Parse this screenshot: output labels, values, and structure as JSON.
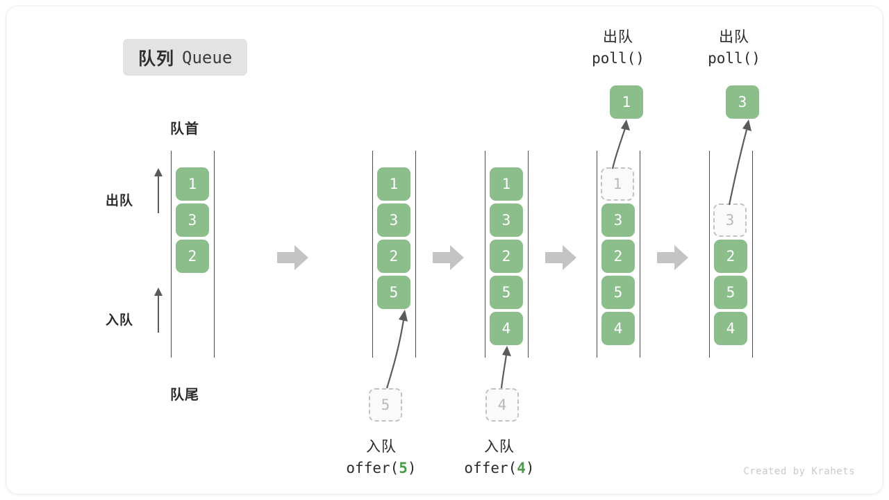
{
  "title": {
    "cn": "队列",
    "en": "Queue"
  },
  "labels": {
    "front": "队首",
    "rear": "队尾",
    "dequeue": "出队",
    "enqueue": "入队"
  },
  "credit": "Created by Krahets",
  "colors": {
    "item_fill": "#8cbe8c",
    "item_text": "#ffffff",
    "ghost_border": "#c2c2c2",
    "ghost_text": "#b9b9b9",
    "rail": "#4a4a4a",
    "step_arrow": "#c4c4c4",
    "badge_bg": "#e3e3e3",
    "accent_green": "#4a9a4a",
    "text": "#2b2b2b"
  },
  "operations": [
    {
      "id": "offer5",
      "cn": "入队",
      "code_prefix": "offer(",
      "code_value": "5",
      "code_suffix": ")",
      "position": "bottom"
    },
    {
      "id": "offer4",
      "cn": "入队",
      "code_prefix": "offer(",
      "code_value": "4",
      "code_suffix": ")",
      "position": "bottom"
    },
    {
      "id": "poll1",
      "cn": "出队",
      "code_prefix": "poll(",
      "code_value": "",
      "code_suffix": ")",
      "position": "top"
    },
    {
      "id": "poll2",
      "cn": "出队",
      "code_prefix": "poll(",
      "code_value": "",
      "code_suffix": ")",
      "position": "top"
    }
  ],
  "columns": [
    {
      "id": "state-0",
      "items": [
        "1",
        "3",
        "2"
      ],
      "ghost_slots": [],
      "floating": null,
      "caption": null
    },
    {
      "id": "state-1",
      "items": [
        "1",
        "3",
        "2",
        "5"
      ],
      "ghost_slots": [],
      "floating": {
        "value": "5",
        "kind": "ghost",
        "where": "below"
      },
      "caption": "offer5"
    },
    {
      "id": "state-2",
      "items": [
        "1",
        "3",
        "2",
        "5",
        "4"
      ],
      "ghost_slots": [],
      "floating": {
        "value": "4",
        "kind": "ghost",
        "where": "below"
      },
      "caption": "offer4"
    },
    {
      "id": "state-3",
      "items": [
        "3",
        "2",
        "5",
        "4"
      ],
      "ghost_slots": [
        {
          "value": "1",
          "slot": 0
        }
      ],
      "floating": {
        "value": "1",
        "kind": "filled",
        "where": "above"
      },
      "caption": "poll1"
    },
    {
      "id": "state-4",
      "items": [
        "2",
        "5",
        "4"
      ],
      "ghost_slots": [
        {
          "value": "3",
          "slot": 1
        }
      ],
      "floating": {
        "value": "3",
        "kind": "filled",
        "where": "above"
      },
      "caption": "poll2"
    }
  ],
  "step_arrows": [
    {
      "id": "step-1"
    },
    {
      "id": "step-2"
    },
    {
      "id": "step-3"
    },
    {
      "id": "step-4"
    }
  ]
}
